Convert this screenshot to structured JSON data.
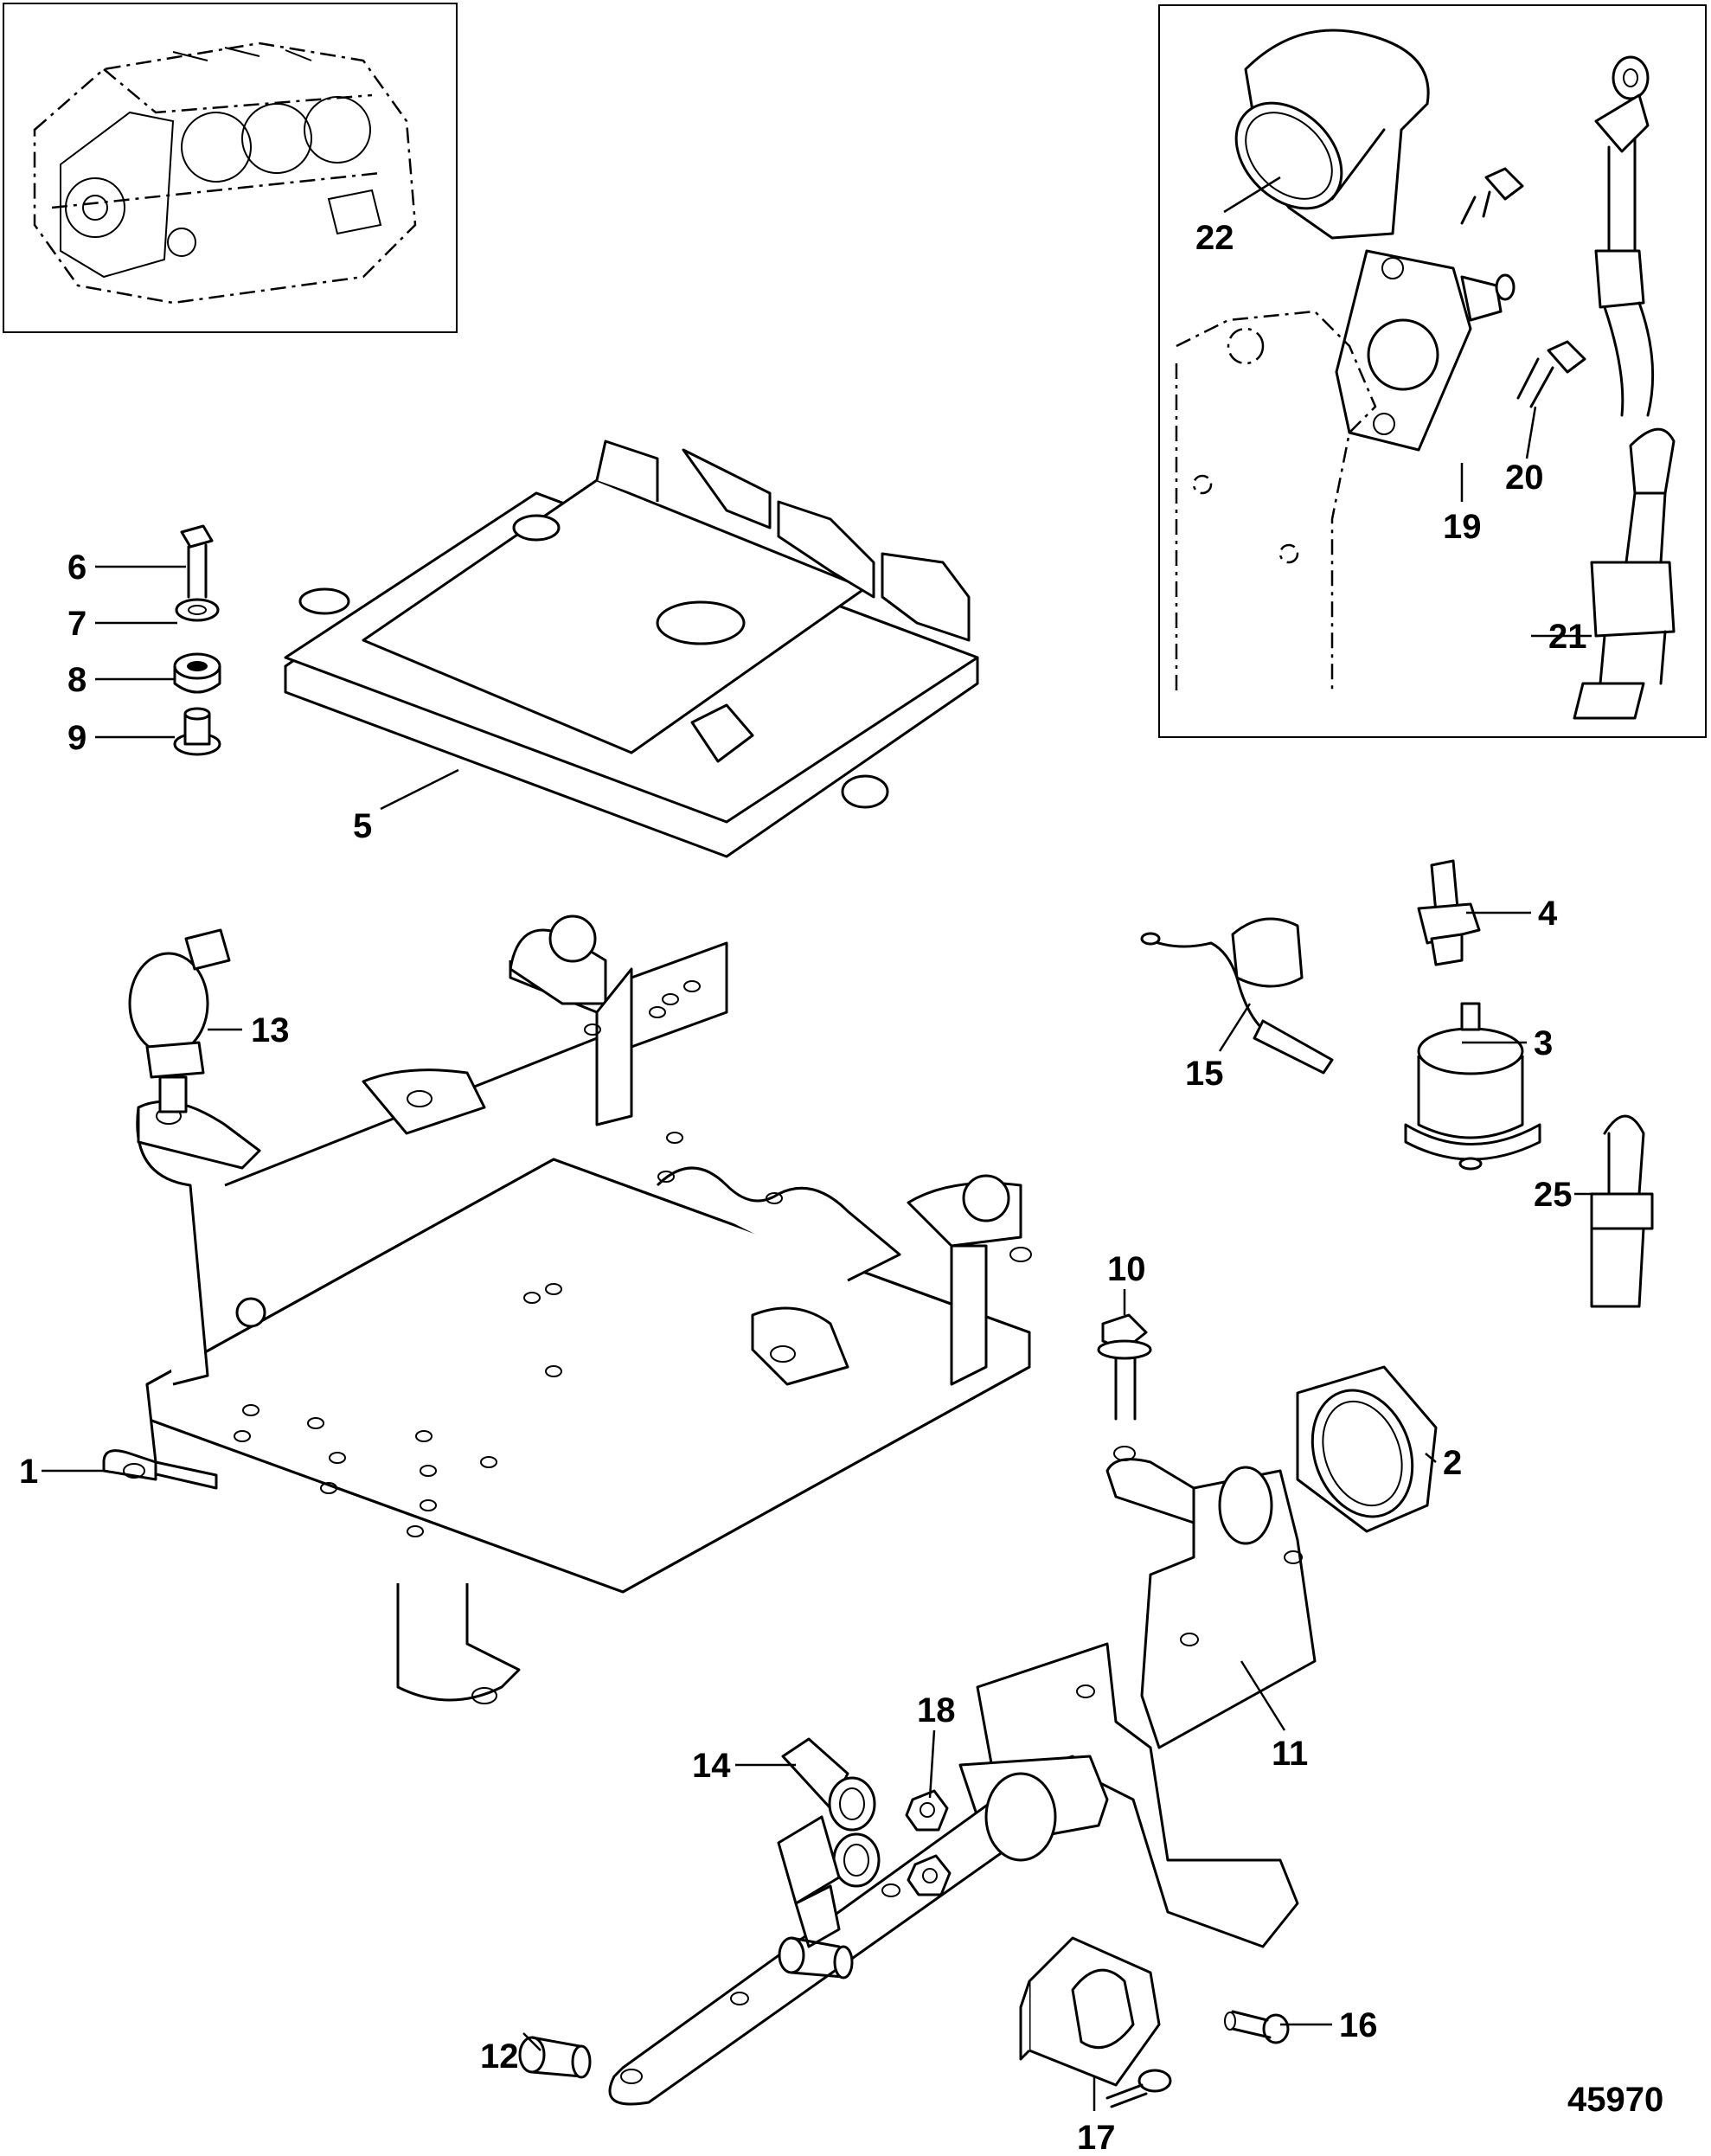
{
  "callouts": [
    {
      "id": "c1",
      "text": "1"
    },
    {
      "id": "c2",
      "text": "2"
    },
    {
      "id": "c3",
      "text": "3"
    },
    {
      "id": "c4",
      "text": "4"
    },
    {
      "id": "c5",
      "text": "5"
    },
    {
      "id": "c6",
      "text": "6"
    },
    {
      "id": "c7",
      "text": "7"
    },
    {
      "id": "c8",
      "text": "8"
    },
    {
      "id": "c9",
      "text": "9"
    },
    {
      "id": "c10",
      "text": "10"
    },
    {
      "id": "c11",
      "text": "11"
    },
    {
      "id": "c12",
      "text": "12"
    },
    {
      "id": "c13",
      "text": "13"
    },
    {
      "id": "c14",
      "text": "14"
    },
    {
      "id": "c15",
      "text": "15"
    },
    {
      "id": "c16",
      "text": "16"
    },
    {
      "id": "c17",
      "text": "17"
    },
    {
      "id": "c18",
      "text": "18"
    },
    {
      "id": "c19",
      "text": "19"
    },
    {
      "id": "c20",
      "text": "20"
    },
    {
      "id": "c21",
      "text": "21"
    },
    {
      "id": "c22",
      "text": "22"
    },
    {
      "id": "c25",
      "text": "25"
    }
  ],
  "figure_number": "45970"
}
